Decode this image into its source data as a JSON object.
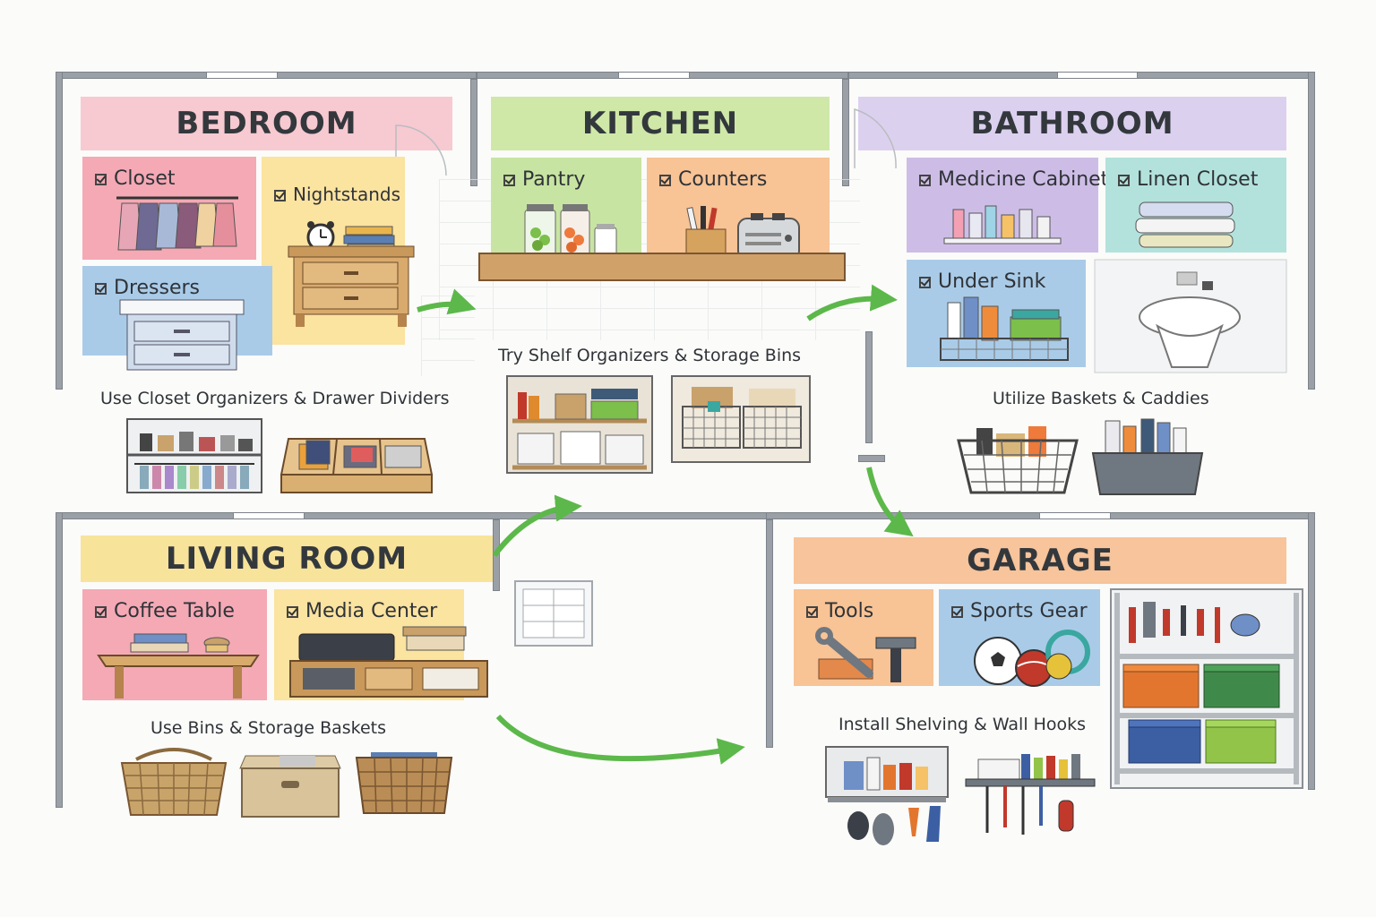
{
  "colors": {
    "bedroom_title": "#f7c9d1",
    "kitchen_title": "#cfe8a8",
    "bathroom_title": "#dcd0ef",
    "living_title": "#f8e39a",
    "garage_title": "#f7c49b",
    "pink": "#f4a9b5",
    "yellow": "#fbe3a0",
    "blue": "#a9cbe8",
    "green": "#c8e4a2",
    "orange": "#f8c395",
    "purple": "#cdbde6",
    "teal": "#b3e2dc",
    "arrow": "#5cb84a"
  },
  "rooms": {
    "bedroom": {
      "title": "BEDROOM",
      "zones": {
        "closet": "Closet",
        "nightstands": "Nightstands",
        "dressers": "Dressers"
      },
      "tip": "Use Closet Organizers & Drawer Dividers"
    },
    "kitchen": {
      "title": "KITCHEN",
      "zones": {
        "pantry": "Pantry",
        "counters": "Counters"
      },
      "tip": "Try Shelf Organizers & Storage Bins"
    },
    "bathroom": {
      "title": "BATHROOM",
      "zones": {
        "medicine": "Medicine Cabinet",
        "linen": "Linen Closet",
        "sink": "Under Sink"
      },
      "tip": "Utilize Baskets & Caddies"
    },
    "living": {
      "title": "LIVING ROOM",
      "zones": {
        "coffee": "Coffee Table",
        "media": "Media Center"
      },
      "tip": "Use Bins & Storage Baskets"
    },
    "garage": {
      "title": "GARAGE",
      "zones": {
        "tools": "Tools",
        "sports": "Sports Gear"
      },
      "tip": "Install Shelving & Wall Hooks"
    }
  },
  "icons": [
    "check-icon",
    "clothes-hanger-icon",
    "alarm-clock-icon",
    "nightstand-icon",
    "dresser-icon",
    "jar-icon",
    "toaster-icon",
    "pencil-cup-icon",
    "bottles-icon",
    "towels-icon",
    "caddy-icon",
    "toilet-icon",
    "books-icon",
    "tv-console-icon",
    "wrench-icon",
    "hammer-icon",
    "balls-icon",
    "basket-icon",
    "shelf-icon",
    "pegboard-icon",
    "arrow-icon"
  ]
}
